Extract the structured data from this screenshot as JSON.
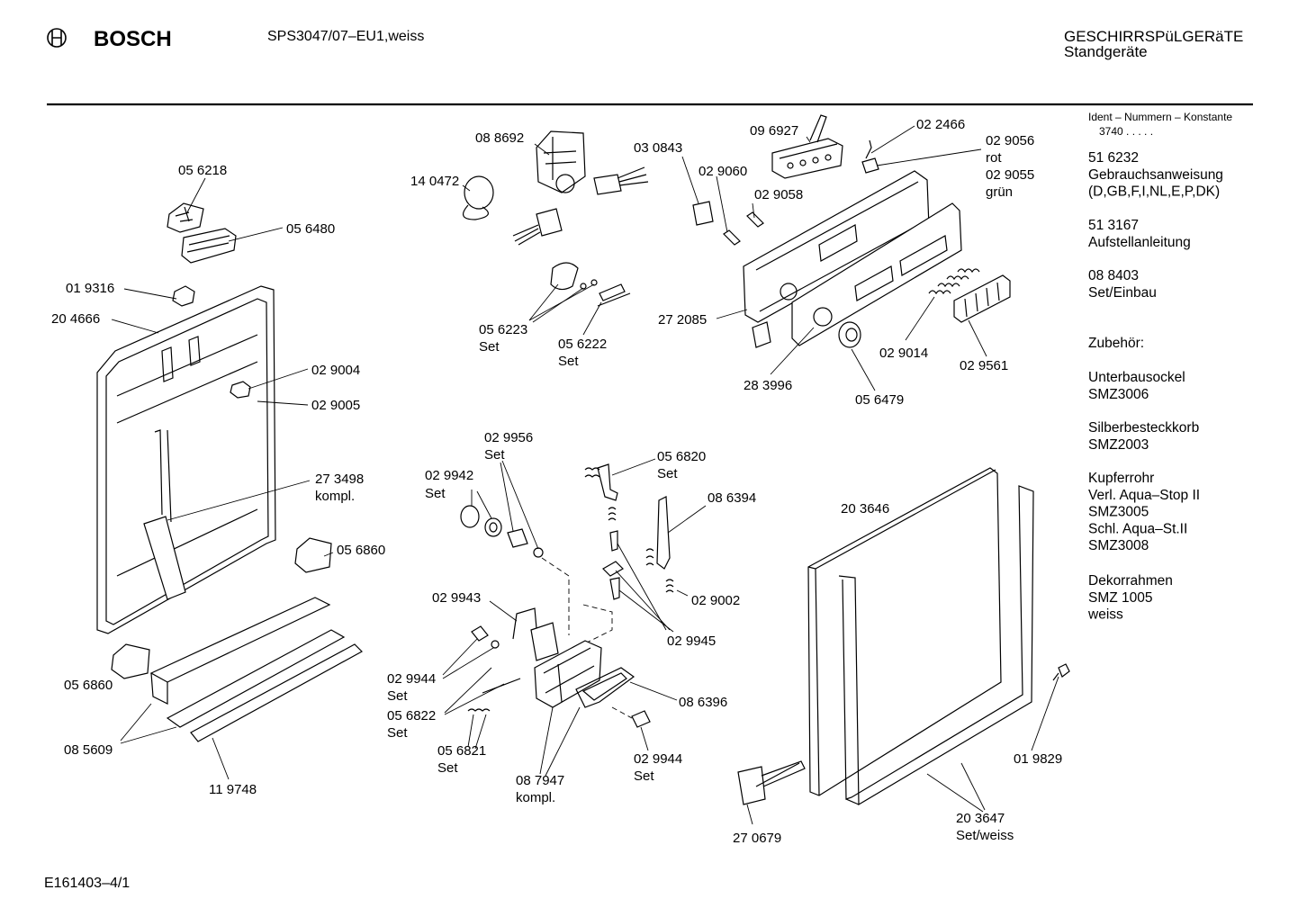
{
  "header": {
    "brand": "BOSCH",
    "model": "SPS3047/07–EU1,weiss",
    "category_line1": "GESCHIRRSPüLGERäTE",
    "category_line2": "Standgeräte"
  },
  "sidebar": {
    "ident_title": "Ident – Nummern – Konstante",
    "ident_value": "3740  .  .  .  .  .",
    "blocks": [
      [
        "51 6232",
        "Gebrauchsanweisung",
        "(D,GB,F,I,NL,E,P,DK)"
      ],
      [
        "51 3167",
        "Aufstellanleitung"
      ],
      [
        "08 8403",
        "Set/Einbau"
      ],
      [
        "Zubehör:"
      ],
      [
        "Unterbausockel",
        "SMZ3006"
      ],
      [
        "Silberbesteckkorb",
        "SMZ2003"
      ],
      [
        "Kupferrohr",
        "Verl. Aqua–Stop II",
        "SMZ3005",
        "Schl. Aqua–St.II",
        "SMZ3008"
      ],
      [
        "Dekorrahmen",
        "SMZ 1005",
        "weiss"
      ]
    ]
  },
  "footer": {
    "code": "E161403–4/1"
  },
  "parts": {
    "p056218": "05 6218",
    "p056480": "05 6480",
    "p019316": "01 9316",
    "p204666": "20 4666",
    "p029004": "02 9004",
    "p029005": "02 9005",
    "p273498": "27 3498",
    "p273498b": "kompl.",
    "p056860a": "05 6860",
    "p056860b": "05 6860",
    "p085609": "08 5609",
    "p119748": "11 9748",
    "p088692": "08 8692",
    "p140472": "14 0472",
    "p030843": "03 0843",
    "p056223": "05 6223",
    "p056223b": "Set",
    "p056222": "05 6222",
    "p056222b": "Set",
    "p096927": "09 6927",
    "p022466": "02 2466",
    "p029056": "02 9056",
    "p029056b": "rot",
    "p029055": "02 9055",
    "p029055b": "grün",
    "p029060": "02 9060",
    "p029058": "02 9058",
    "p272085": "27 2085",
    "p283996": "28 3996",
    "p056479": "05 6479",
    "p029014": "02 9014",
    "p029561": "02 9561",
    "p029956": "02 9956",
    "p029956b": "Set",
    "p029942": "02 9942",
    "p029942b": "Set",
    "p056820": "05 6820",
    "p056820b": "Set",
    "p086394": "08 6394",
    "p029002": "02 9002",
    "p029943": "02 9943",
    "p029945": "02 9945",
    "p029944a": "02 9944",
    "p029944ab": "Set",
    "p056822": "05 6822",
    "p056822b": "Set",
    "p056821": "05 6821",
    "p056821b": "Set",
    "p087947": "08 7947",
    "p087947b": "kompl.",
    "p029944b": "02 9944",
    "p029944bb": "Set",
    "p086396": "08 6396",
    "p203646": "20 3646",
    "p019829": "01 9829",
    "p270679": "27 0679",
    "p203647": "20 3647",
    "p203647b": "Set/weiss"
  }
}
